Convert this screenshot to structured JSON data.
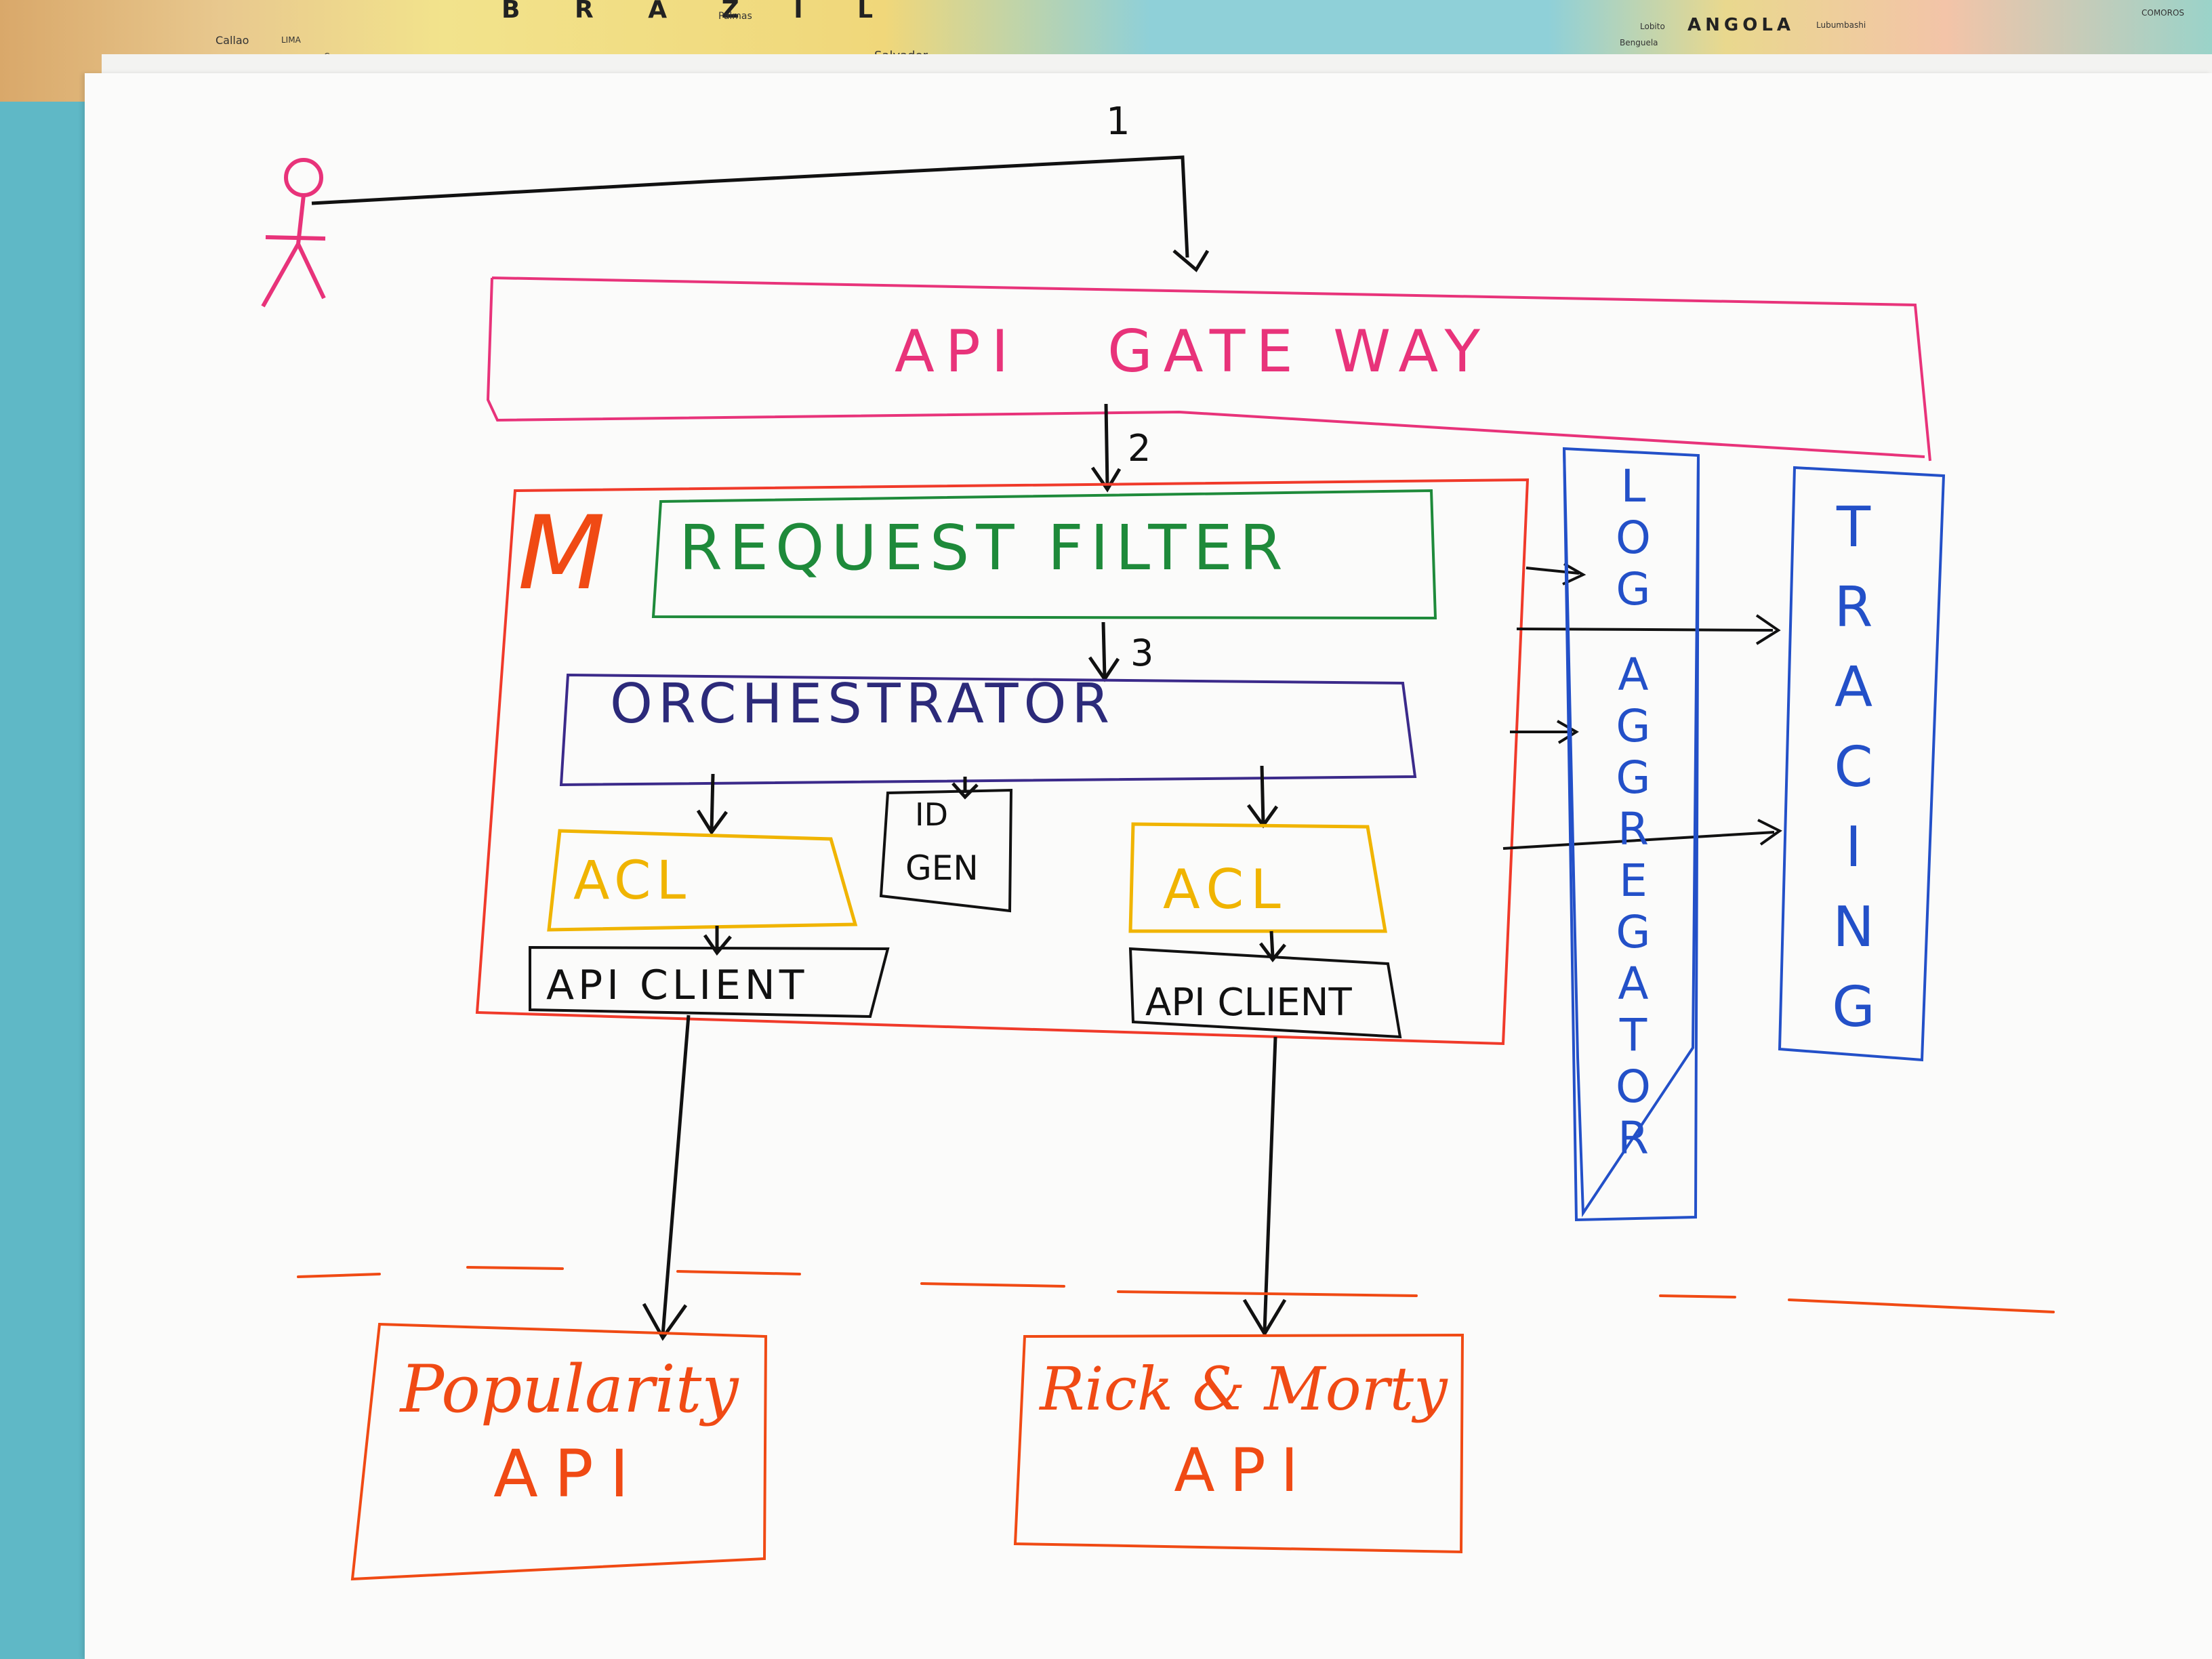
{
  "map": {
    "country_left": "B R A Z I L",
    "city_left": "Salvador",
    "country_right": "ANGOLA",
    "small_labels": [
      "Callao",
      "LIMA",
      "Cuzco",
      "Palmas",
      "Lobito",
      "Benguela",
      "Lubumbashi",
      "COMOROS"
    ]
  },
  "steps": {
    "step1": "1",
    "step2": "2",
    "step3": "3"
  },
  "gateway": {
    "label": "API   GATE WAY"
  },
  "service": {
    "mark": "M",
    "request_filter": "REQUEST FILTER",
    "orchestrator": "ORCHESTRATOR",
    "id_gen_line1": "ID",
    "id_gen_line2": "GEN",
    "acl_left": "ACL",
    "acl_right": "ACL",
    "api_client_left": "API CLIENT",
    "api_client_right": "API CLIENT"
  },
  "log_aggregator": {
    "letters": [
      "L",
      "O",
      "G",
      "A",
      "G",
      "G",
      "R",
      "E",
      "G",
      "A",
      "T",
      "O",
      "R"
    ]
  },
  "tracing": {
    "letters": [
      "T",
      "R",
      "A",
      "C",
      "I",
      "N",
      "G"
    ]
  },
  "external": {
    "popularity_line1": "Popularity",
    "popularity_line2": "API",
    "rick_line1": "Rick & Morty",
    "rick_line2": "API"
  },
  "colors": {
    "gateway": "#e8337a",
    "service_border": "#f03a2a",
    "request_filter": "#1e8a3a",
    "orchestrator": "#3b2a8a",
    "acl": "#f0b400",
    "log_tracing": "#2350c8",
    "external": "#f04a14",
    "arrows": "#111111"
  }
}
